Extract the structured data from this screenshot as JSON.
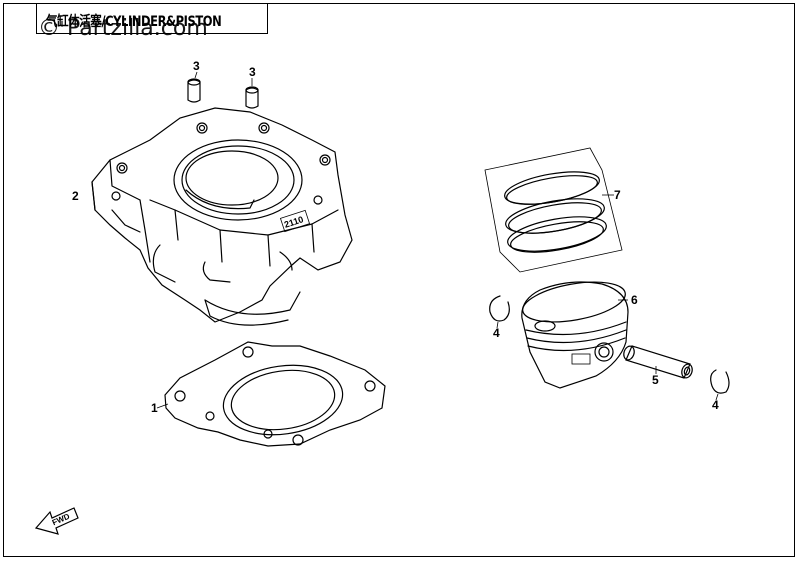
{
  "diagram": {
    "title": "气缸体活塞/CYLINDER&PISTON",
    "watermark": "© Partzilla.com",
    "fwd_label": "FWD",
    "callouts": [
      {
        "id": "c1",
        "label": "1"
      },
      {
        "id": "c2",
        "label": "2"
      },
      {
        "id": "c3a",
        "label": "3"
      },
      {
        "id": "c3b",
        "label": "3"
      },
      {
        "id": "c4a",
        "label": "4"
      },
      {
        "id": "c4b",
        "label": "4"
      },
      {
        "id": "c5",
        "label": "5"
      },
      {
        "id": "c6",
        "label": "6"
      },
      {
        "id": "c7",
        "label": "7"
      }
    ],
    "cylinder_marking": "2110"
  }
}
